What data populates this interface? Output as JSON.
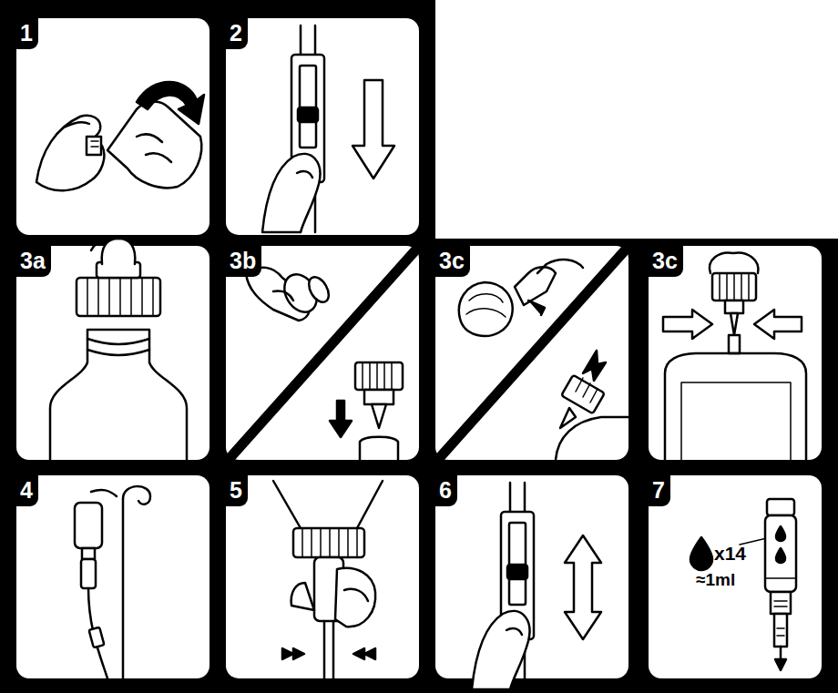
{
  "diagram": {
    "nodes": [
      {
        "text": [
          "1"
        ]
      },
      {
        "text": [
          "2"
        ]
      },
      {
        "text": [
          "3a"
        ]
      },
      {
        "text": [
          "3b"
        ]
      },
      {
        "text": [
          "3c"
        ]
      },
      {
        "text": [
          "3c"
        ]
      },
      {
        "text": [
          "4"
        ]
      },
      {
        "text": [
          "5"
        ]
      },
      {
        "text": [
          "6"
        ]
      },
      {
        "text": [
          "7",
          "x14",
          "≈1ml"
        ]
      }
    ]
  }
}
